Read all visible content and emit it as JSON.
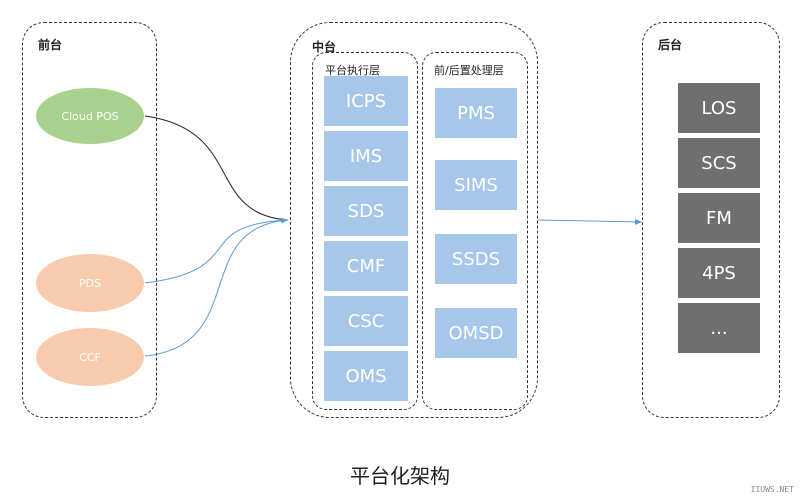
{
  "front": {
    "title": "前台",
    "nodes": [
      {
        "label": "Cloud POS",
        "color": "#a9d18e"
      },
      {
        "label": "PDS",
        "color": "#f8cbad"
      },
      {
        "label": "CCF",
        "color": "#f8cbad"
      }
    ]
  },
  "middle": {
    "title": "中台",
    "platform": {
      "title": "平台执行层",
      "items": [
        "ICPS",
        "IMS",
        "SDS",
        "CMF",
        "CSC",
        "OMS"
      ]
    },
    "processing": {
      "title": "前/后置处理层",
      "items": [
        "PMS",
        "SIMS",
        "SSDS",
        "OMSD"
      ]
    }
  },
  "back": {
    "title": "后台",
    "items": [
      "LOS",
      "SCS",
      "FM",
      "4PS",
      "..."
    ]
  },
  "caption": "平台化架构",
  "watermark": "IIUWS.NET",
  "colors": {
    "blue_box": "#a7c7ea",
    "gray_box": "#6f6f6f",
    "black_connector": "#222222",
    "blue_connector": "#5b9bd5"
  }
}
